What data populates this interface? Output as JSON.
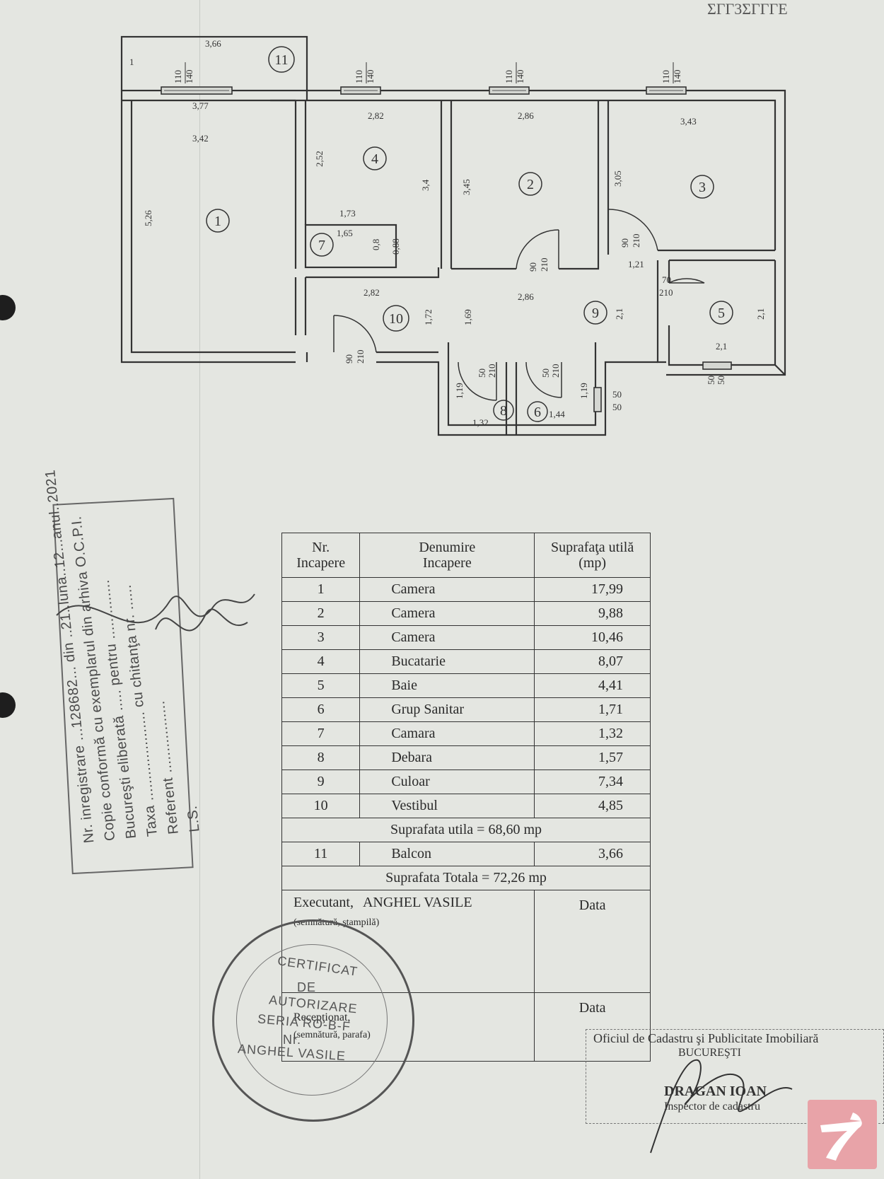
{
  "corner_scrawl": "ΣΓΓ3ΣΓΓΓΕ",
  "plan": {
    "dims": {
      "balcony_w": "3,66",
      "r1_w1": "3,77",
      "r1_w2": "3,42",
      "r1_h": "5,26",
      "r4_w": "2,82",
      "r4_h1": "2,52",
      "r4_h2": "3,4",
      "r7_w1": "1,73",
      "r7_w2": "1,65",
      "r7_h1": "0,8",
      "r7_h2": "0,88",
      "r10_w": "2,82",
      "r10_h1": "1,72",
      "r10_h2": "1,69",
      "r2_w": "2,86",
      "r2_h": "3,45",
      "r9_w": "2,86",
      "r9_h": "2,1",
      "r3_w": "3,43",
      "r3_h": "3,05",
      "r3_small": "1,21",
      "r5_h": "2,1",
      "r5_w": "2,1",
      "r8_h": "1,19",
      "r8_w": "1,32",
      "r6_h": "1,19",
      "r6_w": "1,44",
      "bal_tick": "1"
    },
    "windows": {
      "w1_top": "110",
      "w1_bot": "140",
      "w2_top": "110",
      "w2_bot": "140",
      "w3_top": "110",
      "w3_bot": "140",
      "w4_top": "110",
      "w4_bot": "140"
    },
    "doors": {
      "d_entry_top": "90",
      "d_entry_bot": "210",
      "d2_top": "90",
      "d2_bot": "210",
      "d3_top": "90",
      "d3_bot": "210",
      "d5_top": "70",
      "d5_bot": "210",
      "d8_top": "50",
      "d8_bot": "210",
      "d6_top": "50",
      "d6_bot": "210",
      "v6_top": "50",
      "v6_bot": "50",
      "v5_top": "50",
      "v5_bot": "50"
    },
    "room_numbers": [
      "1",
      "2",
      "3",
      "4",
      "5",
      "6",
      "7",
      "8",
      "9",
      "10",
      "11"
    ]
  },
  "table": {
    "headers": {
      "nr": "Nr.",
      "nr2": "Incapere",
      "den": "Denumire",
      "den2": "Incapere",
      "sup": "Suprafaţa utilă",
      "sup2": "(mp)"
    },
    "rows": [
      {
        "nr": "1",
        "name": "Camera",
        "area": "17,99"
      },
      {
        "nr": "2",
        "name": "Camera",
        "area": "9,88"
      },
      {
        "nr": "3",
        "name": "Camera",
        "area": "10,46"
      },
      {
        "nr": "4",
        "name": "Bucatarie",
        "area": "8,07"
      },
      {
        "nr": "5",
        "name": "Baie",
        "area": "4,41"
      },
      {
        "nr": "6",
        "name": "Grup Sanitar",
        "area": "1,71"
      },
      {
        "nr": "7",
        "name": "Camara",
        "area": "1,32"
      },
      {
        "nr": "8",
        "name": "Debara",
        "area": "1,57"
      },
      {
        "nr": "9",
        "name": "Culoar",
        "area": "7,34"
      },
      {
        "nr": "10",
        "name": "Vestibul",
        "area": "4,85"
      }
    ],
    "useful_total": "Suprafata  utila = 68,60 mp",
    "balcony": {
      "nr": "11",
      "name": "Balcon",
      "area": "3,66"
    },
    "grand_total": "Suprafata  Totala = 72,26 mp",
    "executant_label": "Executant,",
    "executant_name": "ANGHEL VASILE",
    "executant_sub": "(semnătură, ştampilă)",
    "data1": "Data",
    "receptionat": "Recepţionat,",
    "receptionat_sub": "(semnătură, parafa)",
    "data2": "Data"
  },
  "stamps": {
    "ocpi_lines": [
      "Nr. inregistrare ...128682... din ..21..luna..12...anul..2021",
      "Copie conformă cu exemplarul din arhiva O.C.P.I.",
      "Bucureşti eliberată ..... pentru ..............",
      "Taxa ..................... cu chitanţa nr. ......",
      "Referent .................",
      "L.S."
    ],
    "circle_texts": [
      "CERTIFICAT",
      "DE",
      "AUTORIZARE",
      "SERIA RO-B-F",
      "Nr.",
      "ANGHEL VASILE"
    ],
    "ocpi_office": "Oficiul de Cadastru şi Publicitate Imobiliară",
    "ocpi_city": "BUCUREŞTI",
    "inspector_name": "DRAGAN IOAN",
    "inspector_title": "Inspector de cadastru"
  }
}
